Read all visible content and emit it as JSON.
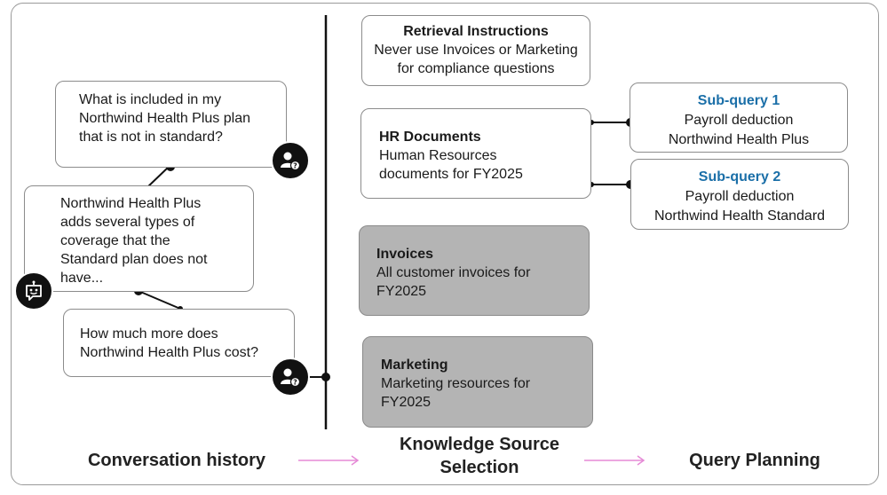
{
  "conversation": {
    "user_message_1": [
      "What is included in my",
      "Northwind Health Plus plan",
      "that is not in standard?"
    ],
    "bot_message": [
      "Northwind Health Plus",
      "adds several types of",
      "coverage that the",
      "Standard plan does not",
      "have..."
    ],
    "user_message_2": [
      "How much more does",
      "Northwind Health Plus cost?"
    ]
  },
  "sources": {
    "retrieval_instructions": {
      "title": "Retrieval Instructions",
      "lines": [
        "Never use Invoices or Marketing",
        "for compliance questions"
      ]
    },
    "hr_documents": {
      "title": "HR Documents",
      "lines": [
        "Human Resources",
        "documents for FY2025"
      ]
    },
    "invoices": {
      "title": "Invoices",
      "lines": [
        "All customer invoices for",
        "FY2025"
      ]
    },
    "marketing": {
      "title": "Marketing",
      "lines": [
        "Marketing resources for",
        "FY2025"
      ]
    }
  },
  "subqueries": [
    {
      "title": "Sub-query 1",
      "lines": [
        "Payroll deduction",
        "Northwind Health Plus"
      ]
    },
    {
      "title": "Sub-query 2",
      "lines": [
        "Payroll deduction",
        "Northwind Health Standard"
      ]
    }
  ],
  "stages": {
    "conversation_history": "Conversation history",
    "knowledge_source_selection": [
      "Knowledge Source",
      "Selection"
    ],
    "query_planning": "Query Planning"
  },
  "colors": {
    "subquery_title": "#1b6fa8",
    "arrow": "#e58ad6",
    "selected_off": "#b4b4b4"
  },
  "icons": [
    "user-question-icon",
    "bot-icon"
  ]
}
